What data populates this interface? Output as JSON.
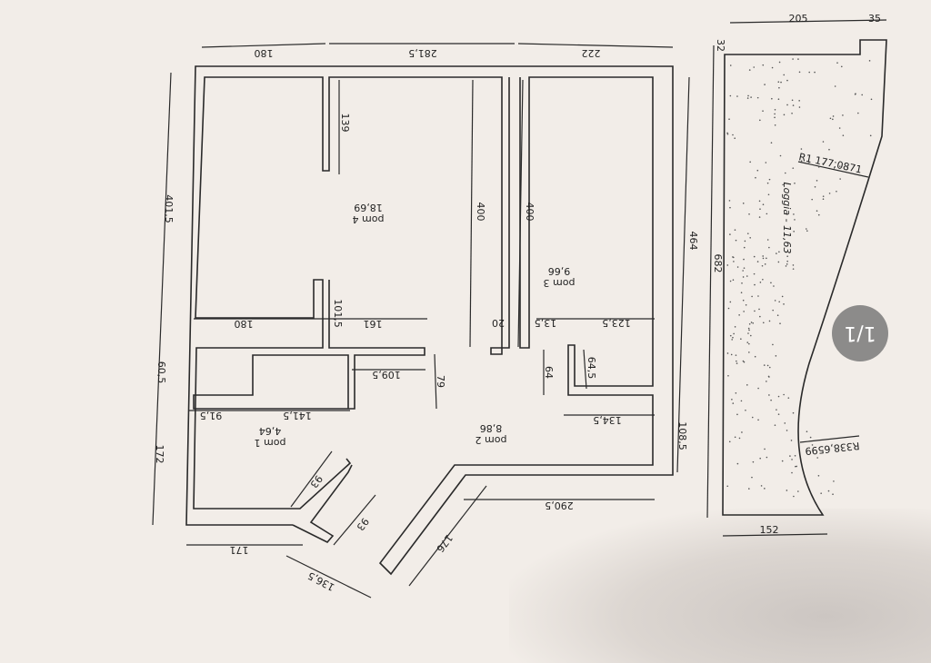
{
  "plan": {
    "rooms": [
      {
        "name": "pom 4",
        "area": "18,69"
      },
      {
        "name": "pom 3",
        "area": "9,66"
      },
      {
        "name": "pom 2",
        "area": "8,86"
      },
      {
        "name": "pom 1",
        "area": "4,64"
      }
    ],
    "dimensions": {
      "top_left": "180",
      "top_mid": "281,5",
      "top_right": "222",
      "stub_139": "139",
      "wall_400_a": "400",
      "wall_400_b": "400",
      "left_401_5": "401,5",
      "right_464": "464",
      "left_60_5": "60,5",
      "left_172": "172",
      "right_108_5": "108,5",
      "stub_101_5": "101,5",
      "d64": "64",
      "d64_5": "64,5",
      "d79": "79",
      "mid_180": "180",
      "mid_161": "161",
      "d20": "20",
      "d13_5": "13,5",
      "d123_5": "123,5",
      "d109_5": "109,5",
      "d91_5": "91,5",
      "d141_5": "141,5",
      "d134_5": "134,5",
      "d290_5": "290,5",
      "d171": "171",
      "d136_5": "136,5",
      "d93_a": "93",
      "d93_b": "93",
      "d176": "176"
    },
    "loggia": {
      "label": "Loggia - 11,63",
      "width_top": "205",
      "step": "35",
      "step_h": "32",
      "height": "682",
      "radius_top": "R1 177,0871",
      "radius_bottom": "R338,6599",
      "width_bottom": "152"
    }
  },
  "viewer": {
    "page_indicator": "1/1"
  }
}
